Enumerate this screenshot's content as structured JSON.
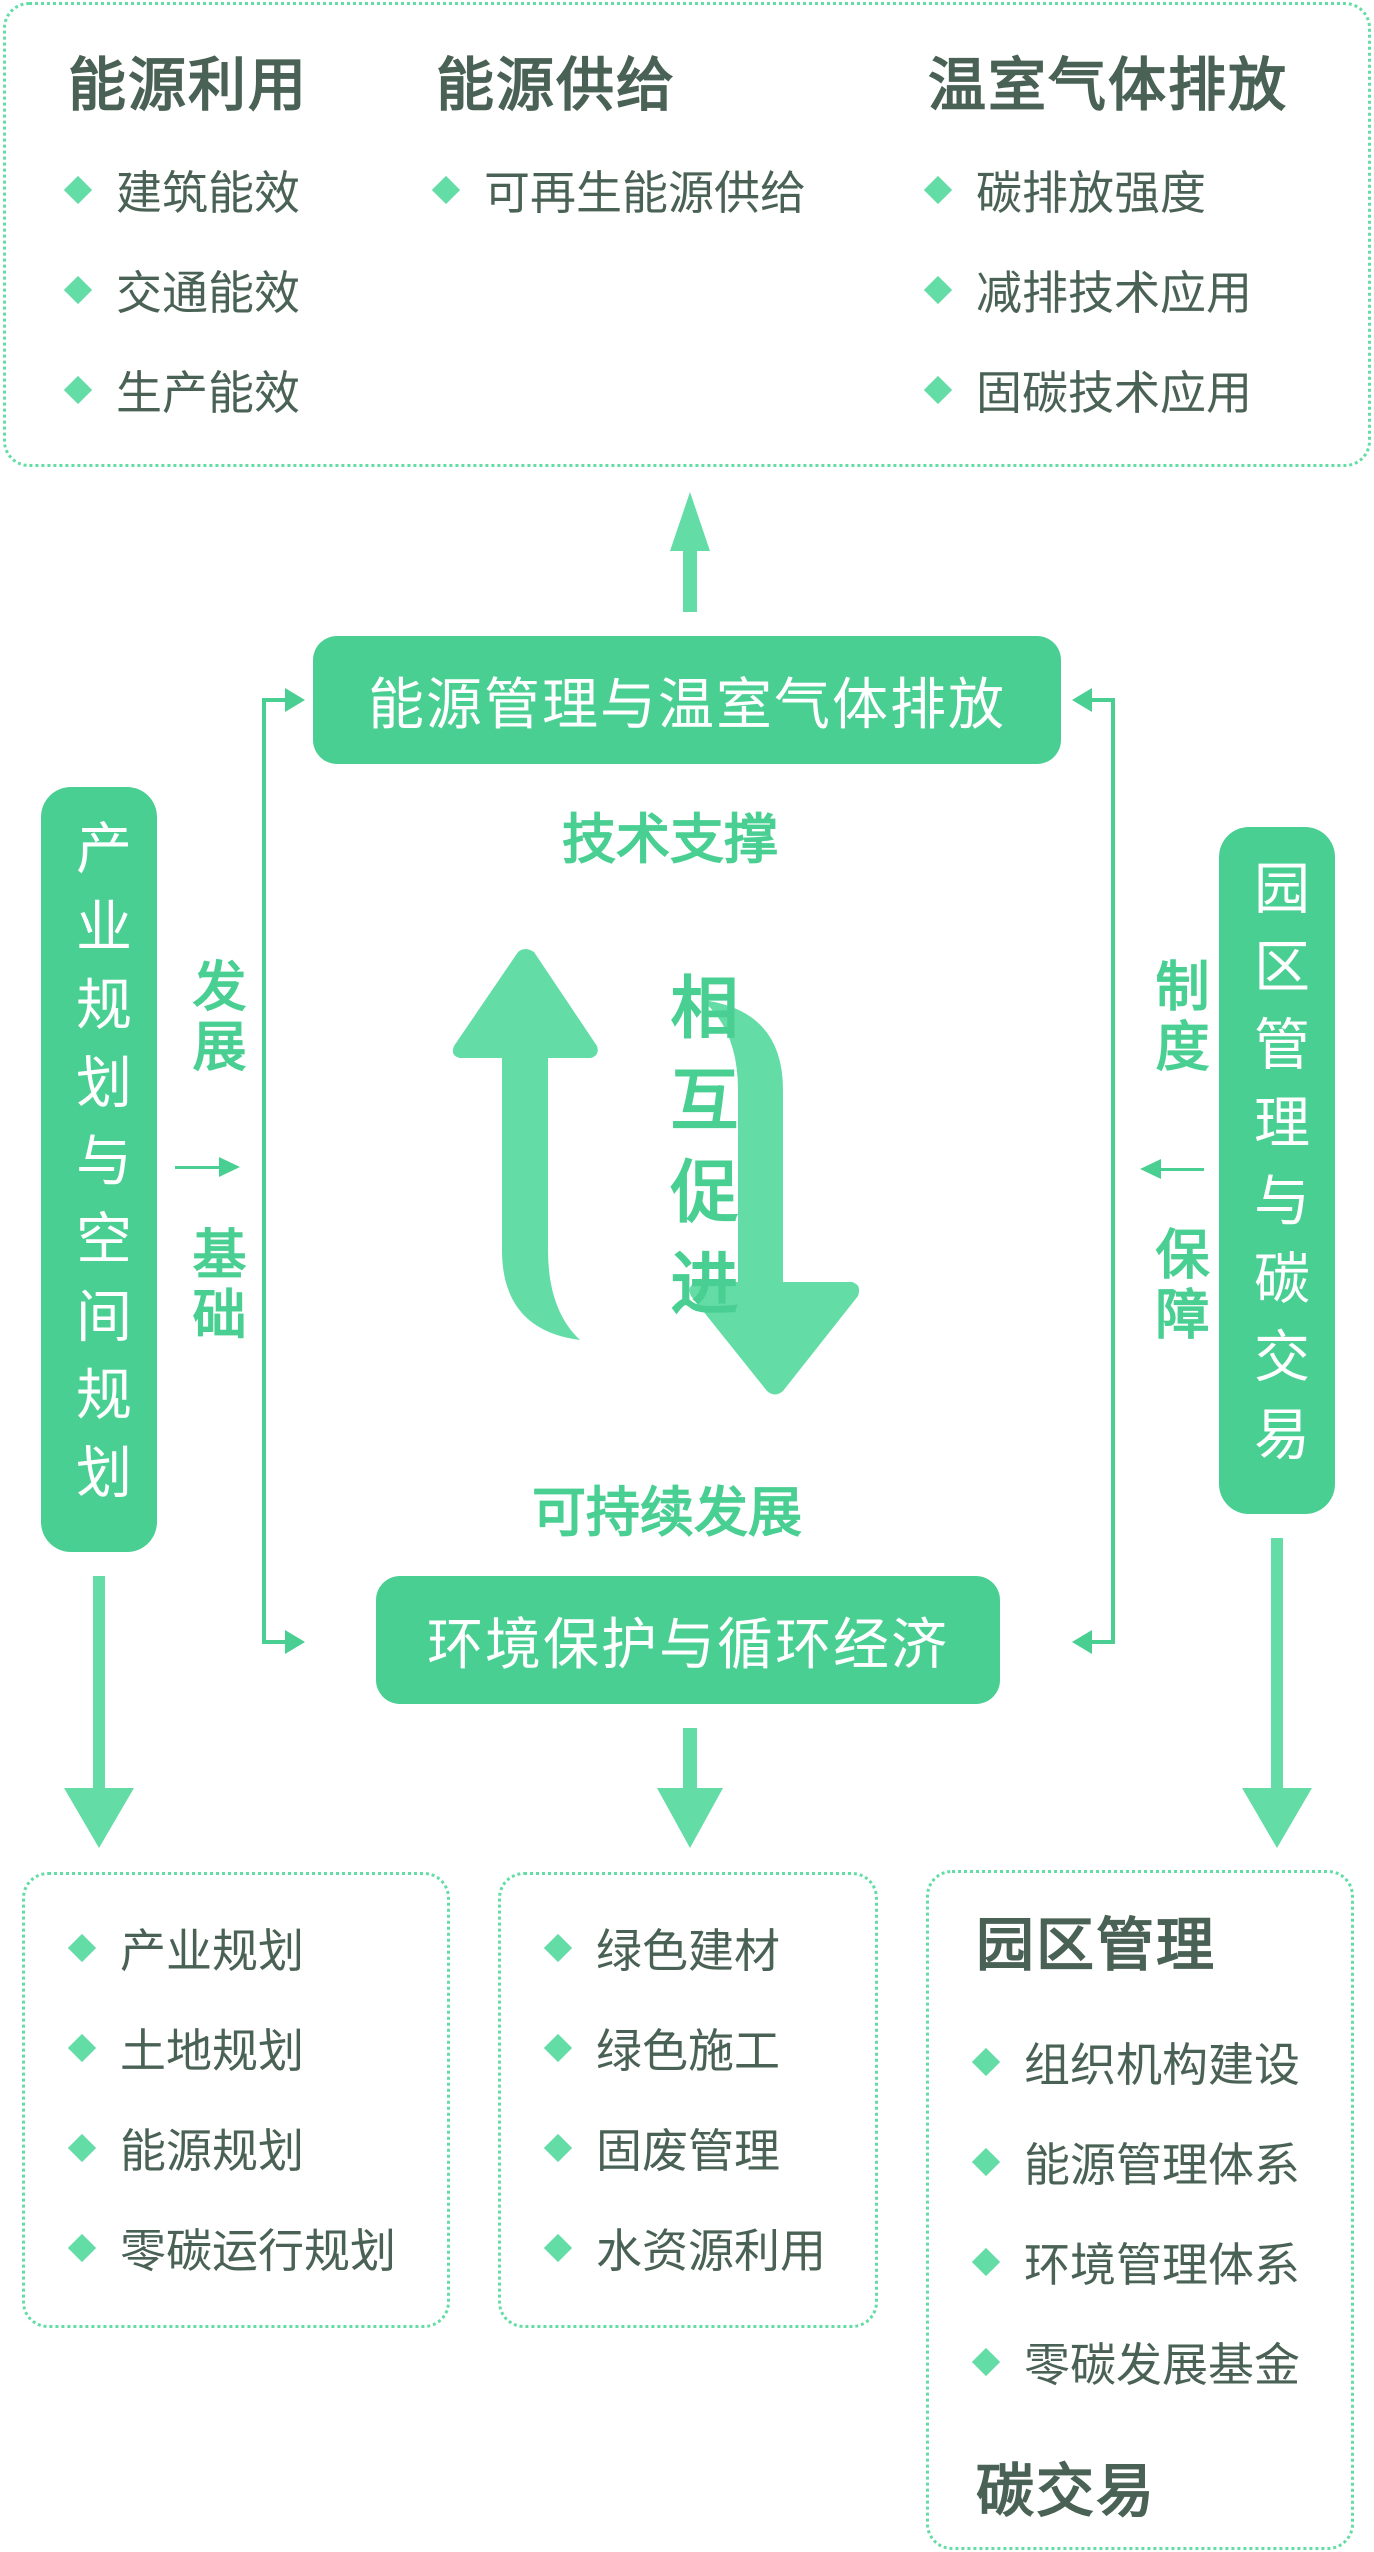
{
  "top_panel": {
    "columns": [
      {
        "title": "能源利用",
        "items": [
          "建筑能效",
          "交通能效",
          "生产能效"
        ]
      },
      {
        "title": "能源供给",
        "items": [
          "可再生能源供给"
        ]
      },
      {
        "title": "温室气体排放",
        "items": [
          "碳排放强度",
          "减排技术应用",
          "固碳技术应用"
        ]
      }
    ]
  },
  "center": {
    "top_node": "能源管理与温室气体排放",
    "top_caption": "技术支撑",
    "bottom_node": "环境保护与循环经济",
    "bottom_caption": "可持续发展",
    "cycle_label": "相互促进"
  },
  "left": {
    "node": "产业规划与空间规划",
    "label_top": "发展",
    "label_bottom": "基础"
  },
  "right": {
    "node": "园区管理与碳交易",
    "label_top": "制度",
    "label_bottom": "保障"
  },
  "bottom_panels": {
    "left": {
      "items": [
        "产业规划",
        "土地规划",
        "能源规划",
        "零碳运行规划"
      ]
    },
    "middle": {
      "items": [
        "绿色建材",
        "绿色施工",
        "固废管理",
        "水资源利用"
      ]
    },
    "right": {
      "title": "园区管理",
      "items": [
        "组织机构建设",
        "能源管理体系",
        "环境管理体系",
        "零碳发展基金"
      ],
      "footer_title": "碳交易"
    }
  },
  "colors": {
    "node_green": "#4acf93",
    "arrow_green": "#63dca6",
    "text_dark": "#4a6255",
    "dashed_border": "#63dca6"
  }
}
